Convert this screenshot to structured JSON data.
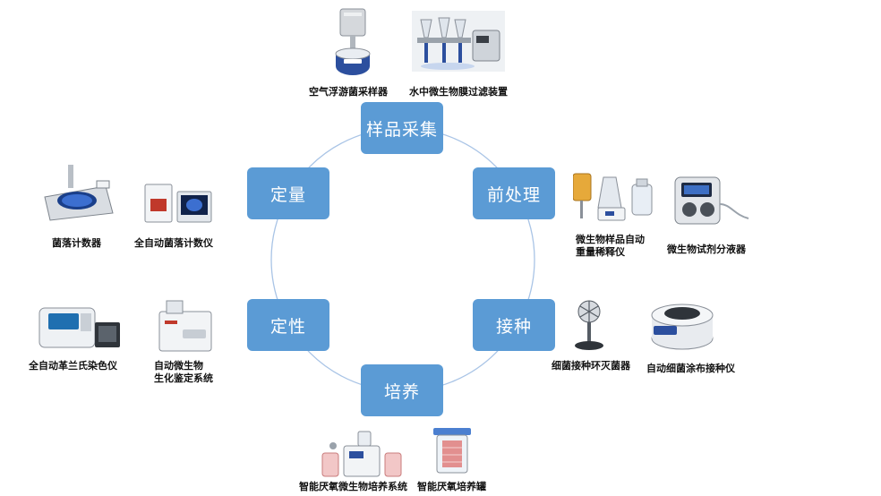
{
  "stages": {
    "sampling": "样品采集",
    "preprocess": "前处理",
    "inoculation": "接种",
    "culture": "培养",
    "qualitative": "定性",
    "quantitative": "定量"
  },
  "devices": {
    "air_sampler": "空气浮游菌采样器",
    "water_filter": "水中微生物膜过滤装置",
    "dilutor_line1": "微生物样品自动",
    "dilutor_line2": "重量稀释仪",
    "dispenser": "微生物试剂分液器",
    "sterilizer": "细菌接种环灭菌器",
    "spreader": "自动细菌涂布接种仪",
    "anaerobic_system": "智能厌氧微生物培养系统",
    "anaerobic_jar": "智能厌氧培养罐",
    "gram_stainer": "全自动革兰氏染色仪",
    "identifier_line1": "自动微生物",
    "identifier_line2": "生化鉴定系统",
    "colony_counter": "菌落计数器",
    "auto_colony_counter": "全自动菌落计数仪"
  },
  "colors": {
    "stage_fill": "#5b9bd5",
    "ring_stroke": "#a9c4e6"
  }
}
